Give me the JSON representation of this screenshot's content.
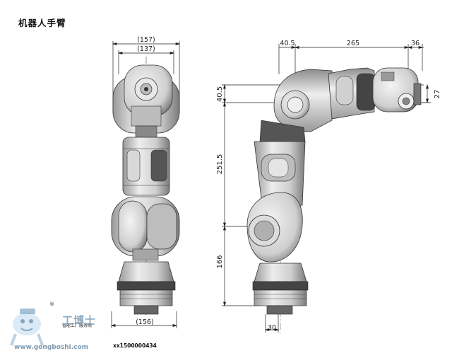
{
  "title": "机器人手臂",
  "figure_id": "xx1500000434",
  "front_view": {
    "dim_top_outer": "(157)",
    "dim_top_inner": "(137)",
    "dim_bottom": "(156)"
  },
  "side_view": {
    "dim_40_5_top": "40.5",
    "dim_265": "265",
    "dim_36": "36",
    "dim_40_5_left": "40.5",
    "dim_27": "27",
    "dim_251_5": "251.5",
    "dim_166": "166",
    "dim_30": "30"
  },
  "watermark": {
    "brand": "工博士",
    "sub": "智能工厂服务商",
    "url": "www.gongboshi.com",
    "reg": "®"
  }
}
